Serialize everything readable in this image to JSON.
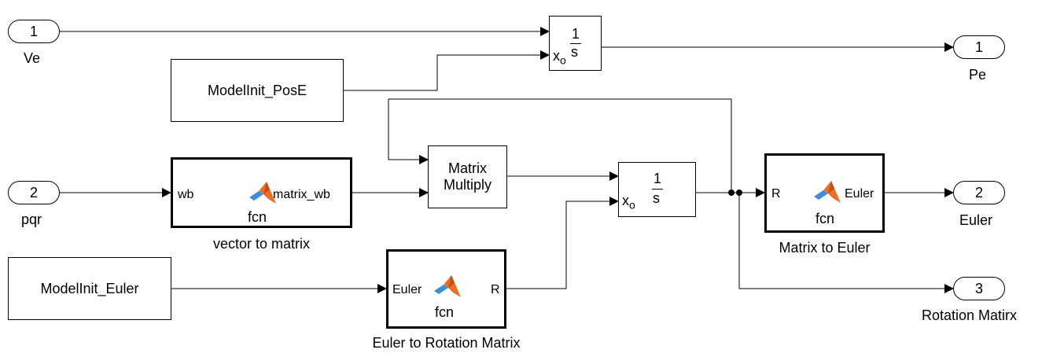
{
  "inports": [
    {
      "num": "1",
      "name": "Ve"
    },
    {
      "num": "2",
      "name": "pqr"
    }
  ],
  "outports": [
    {
      "num": "1",
      "name": "Pe"
    },
    {
      "num": "2",
      "name": "Euler"
    },
    {
      "num": "3",
      "name": "Rotation Matirx"
    }
  ],
  "constants": {
    "pos": "ModelInit_PosE",
    "euler": "ModelInit_Euler"
  },
  "integrator_pos": {
    "x0": "x",
    "x0_sub": "o",
    "num": "1",
    "den": "s"
  },
  "integrator_rot": {
    "x0": "x",
    "x0_sub": "o",
    "num": "1",
    "den": "s"
  },
  "matrix_multiply": {
    "line1": "Matrix",
    "line2": "Multiply"
  },
  "fcn_vec2mat": {
    "in": "wb",
    "out": "matrix_wb",
    "fcn": "fcn",
    "caption": "vector to matrix"
  },
  "fcn_euler2rot": {
    "in": "Euler",
    "out": "R",
    "fcn": "fcn",
    "caption": "Euler to Rotation Matrix"
  },
  "fcn_mat2euler": {
    "in": "R",
    "out": "Euler",
    "fcn": "fcn",
    "caption": "Matrix to Euler"
  },
  "colors": {
    "line": "#000000",
    "matlab_orange": "#e8702a",
    "matlab_blue": "#3b8fd6"
  }
}
